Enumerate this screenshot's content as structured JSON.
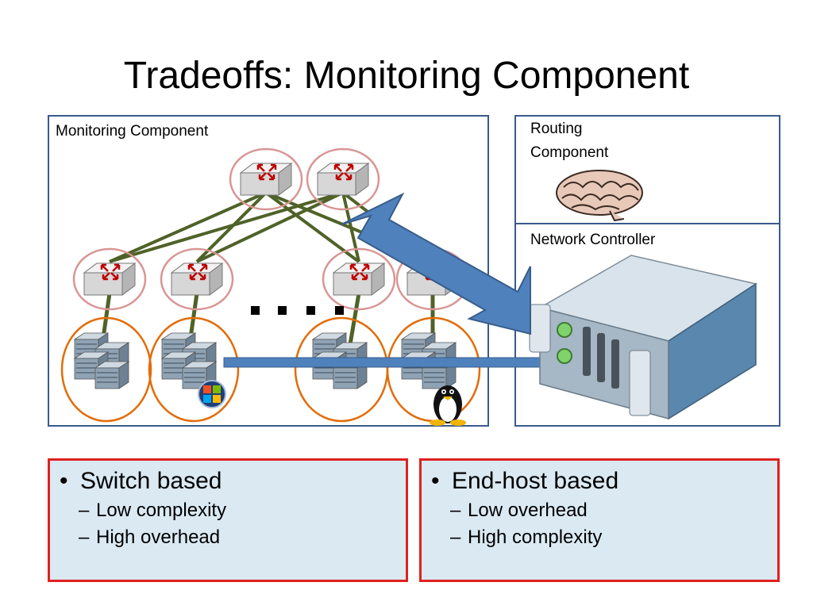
{
  "title": "Tradeoffs: Monitoring Component",
  "panels": {
    "monitoring": "Monitoring Component",
    "routing": "Routing\nComponent",
    "routing_line1": "Routing",
    "routing_line2": "Component",
    "network": "Network Controller"
  },
  "left_box": {
    "heading": "Switch based",
    "items": [
      "Low complexity",
      "High overhead"
    ]
  },
  "right_box": {
    "heading": "End-host based",
    "items": [
      "Low overhead",
      "High complexity"
    ]
  },
  "colors": {
    "panel_border": "#3a5a8c",
    "box_border": "#e02020",
    "box_fill": "#dbe9f3",
    "arrow_fill": "#4f81bd",
    "link_color": "#4f6228",
    "switch_ring": "#d99594",
    "host_ring": "#e36c09"
  },
  "icons": [
    "switch-icon",
    "server-rack-icon",
    "windows-logo-icon",
    "linux-tux-icon",
    "brain-icon",
    "network-controller-server-icon"
  ]
}
